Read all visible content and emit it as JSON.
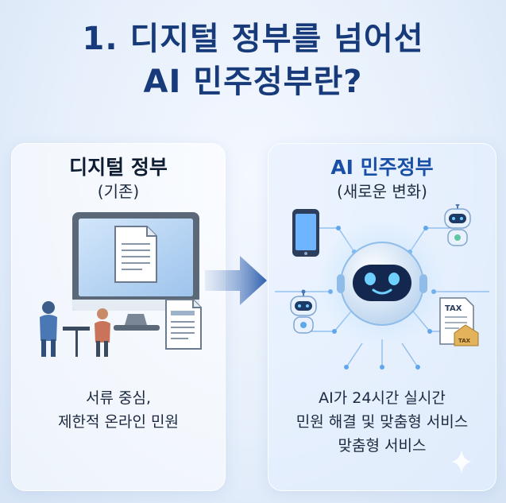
{
  "title": {
    "line1": "1. 디지털 정부를 넘어선",
    "line2": "AI 민주정부란?"
  },
  "left_card": {
    "heading": "디지털 정부",
    "subheading": "(기존)",
    "desc_line1": "서류 중심,",
    "desc_line2": "제한적 온라인 민원"
  },
  "right_card": {
    "heading": "AI 민주정부",
    "subheading": "(새로운 변화)",
    "desc_line1": "AI가 24시간 실시간",
    "desc_line2": "민원 해결 및 맞춤형 서비스",
    "desc_line3": "맞춤형 서비스"
  },
  "icons": {
    "tax_label": "TAX",
    "tax_box_label": "TAX"
  },
  "colors": {
    "title": "#163a7a",
    "accent_blue": "#1a4fa8",
    "glow": "#6fb4ff"
  }
}
